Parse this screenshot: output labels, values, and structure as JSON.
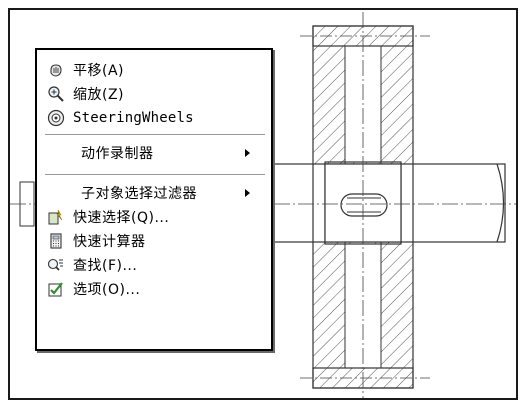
{
  "menu": {
    "items": [
      {
        "label": "平移(A)",
        "icon": "pan-hand-icon"
      },
      {
        "label": "缩放(Z)",
        "icon": "zoom-magnifier-icon"
      },
      {
        "label": "SteeringWheels",
        "icon": "steering-wheel-icon"
      },
      {
        "label": "动作录制器",
        "icon": "",
        "submenu": true
      },
      {
        "label": "子对象选择过滤器",
        "icon": "",
        "submenu": true
      },
      {
        "label": "快速选择(Q)...",
        "icon": "quick-select-icon"
      },
      {
        "label": "快速计算器",
        "icon": "calculator-icon"
      },
      {
        "label": "查找(F)...",
        "icon": "find-icon"
      },
      {
        "label": "选项(O)...",
        "icon": "options-checkmark-icon"
      }
    ]
  },
  "colors": {
    "menu_border": "#000000",
    "drawing_line": "#333333",
    "hatch": "#555555"
  }
}
